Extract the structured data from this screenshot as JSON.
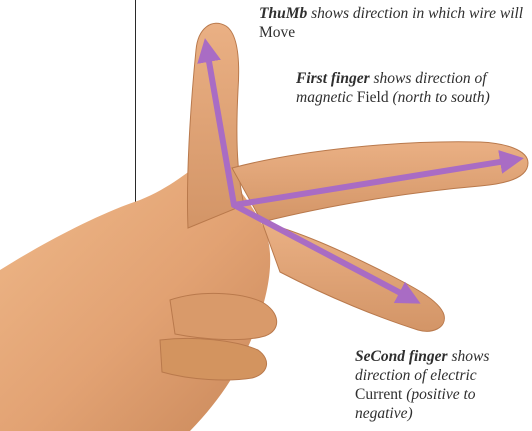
{
  "labels": {
    "thumb": {
      "bold": "ThuMb",
      "text1": "shows direction in which wire will",
      "upright": "Move"
    },
    "first_finger": {
      "bold": "First finger",
      "text1": "shows direction of magnetic",
      "upright": "Field",
      "text2": "(north to south)"
    },
    "second_finger": {
      "bold": "SeCond finger",
      "text1": "shows direction of electric",
      "upright": "Current",
      "text2": "(positive to negative)"
    }
  },
  "colors": {
    "arrow": "#a96cc4",
    "text": "#2f2f2f",
    "skin": "#e6a878",
    "skin_shadow": "#c98a5c",
    "divider": "#2a2a2a"
  }
}
